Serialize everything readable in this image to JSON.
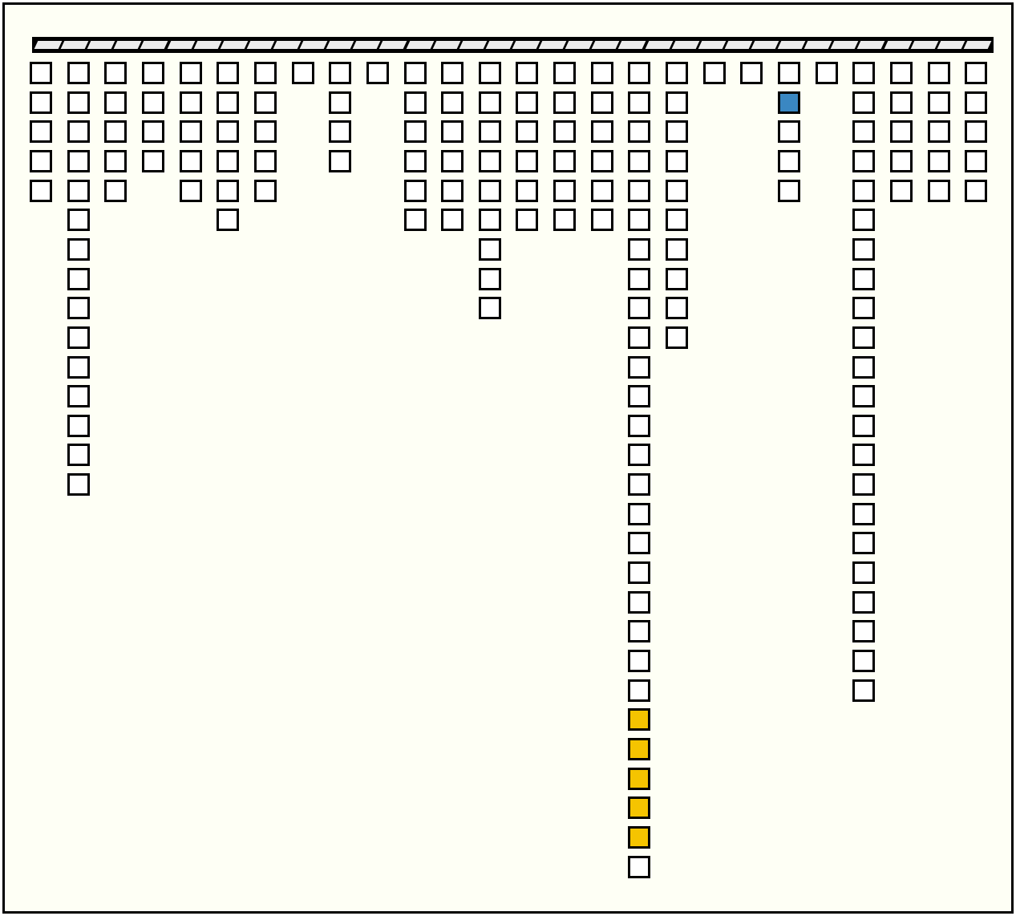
{
  "game": {
    "columns": [
      5,
      15,
      5,
      4,
      5,
      6,
      5,
      1,
      4,
      1,
      6,
      6,
      9,
      6,
      6,
      6,
      28,
      10,
      1,
      1,
      5,
      1,
      22,
      5,
      5,
      5
    ],
    "highlights": [
      {
        "column": 21,
        "row": 2,
        "color": "#3a87c2",
        "kind": "selected"
      },
      {
        "column": 17,
        "row": 23,
        "color": "#f5c400",
        "kind": "marked"
      },
      {
        "column": 17,
        "row": 24,
        "color": "#f5c400",
        "kind": "marked"
      },
      {
        "column": 17,
        "row": 25,
        "color": "#f5c400",
        "kind": "marked"
      },
      {
        "column": 17,
        "row": 26,
        "color": "#f5c400",
        "kind": "marked"
      },
      {
        "column": 17,
        "row": 27,
        "color": "#f5c400",
        "kind": "marked"
      }
    ],
    "bar_segments": 36,
    "colors": {
      "background": "#fefff5",
      "cell": "#ffffff",
      "border": "#000000",
      "bar_segment": "#ececec"
    }
  }
}
